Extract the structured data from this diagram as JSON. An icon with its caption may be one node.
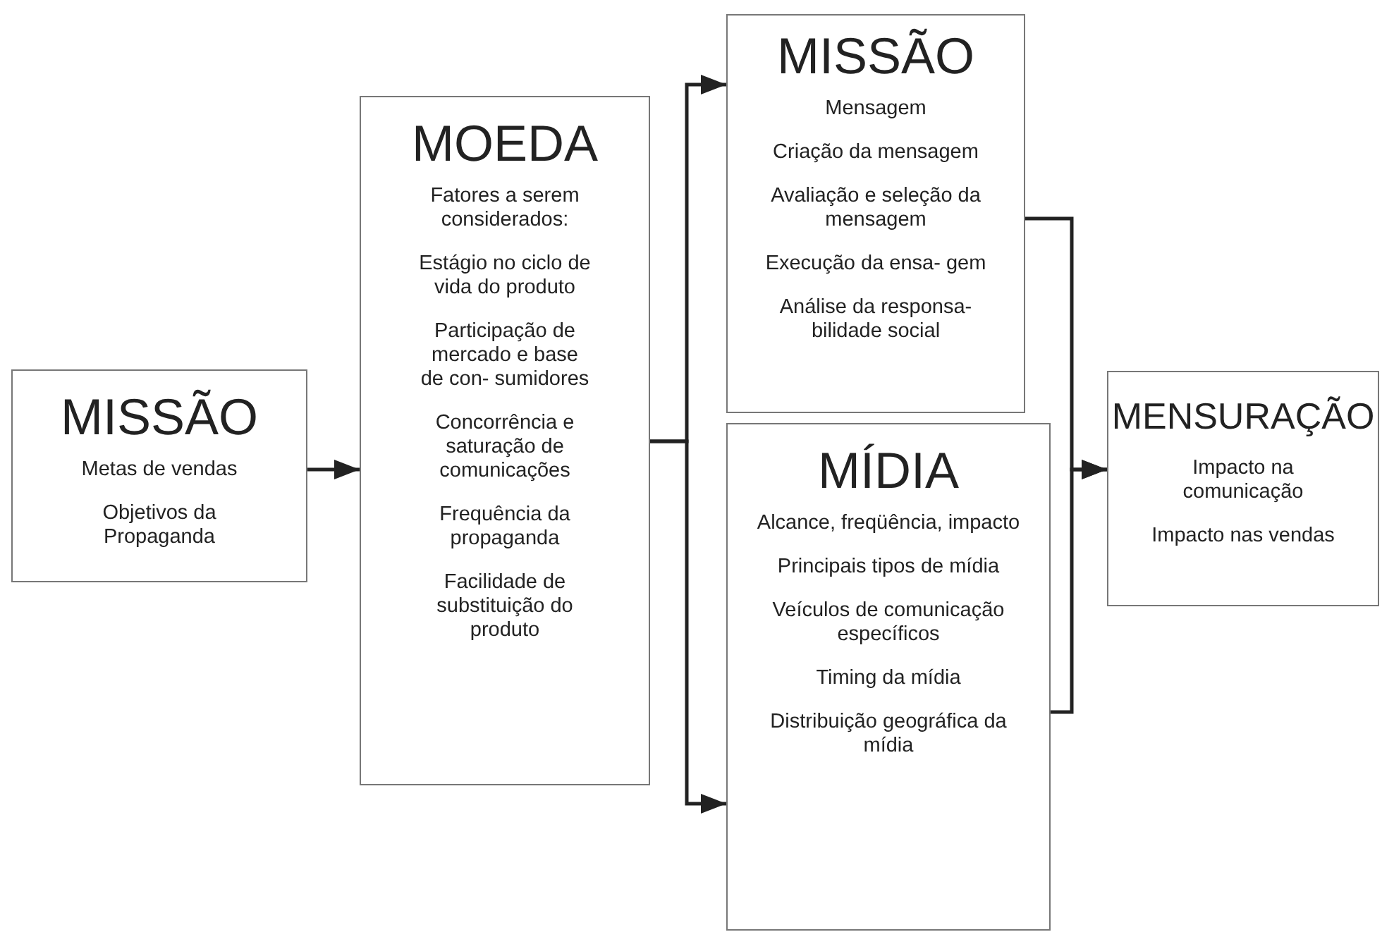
{
  "diagram": {
    "nodes": [
      {
        "text": [
          "MISSÃO",
          "Metas de vendas",
          "Objetivos da Propaganda"
        ]
      },
      {
        "text": [
          "MOEDA",
          "Fatores a serem considerados:",
          "Estágio no ciclo de vida do produto",
          "Participação de mercado e base de con- sumidores",
          "Concorrência e saturação de comunicações",
          "Frequência da propaganda",
          "Facilidade de substituição do produto"
        ]
      },
      {
        "text": [
          "MISSÃO",
          "Mensagem",
          "Criação da mensagem",
          "Avaliação e seleção da mensagem",
          "Execução da ensa- gem",
          "Análise da  responsa- bilidade social"
        ]
      },
      {
        "text": [
          "MÍDIA",
          "Alcance, freqüência, impacto",
          "Principais tipos de mídia",
          "Veículos de comunicação específicos",
          "Timing da mídia",
          "Distribuição geográfica da mídia"
        ]
      },
      {
        "text": [
          "MENSURAÇÃO",
          "Impacto na comunicação",
          "Impacto nas vendas"
        ]
      }
    ],
    "edges": [
      {
        "from": 0,
        "to": 1,
        "arrow": "to"
      },
      {
        "from": 1,
        "to": 2,
        "arrow": "to"
      },
      {
        "from": 1,
        "to": 3,
        "arrow": "to"
      },
      {
        "from": 2,
        "to": 4,
        "arrow": "to"
      },
      {
        "from": 3,
        "to": 4,
        "arrow": "to"
      }
    ]
  }
}
